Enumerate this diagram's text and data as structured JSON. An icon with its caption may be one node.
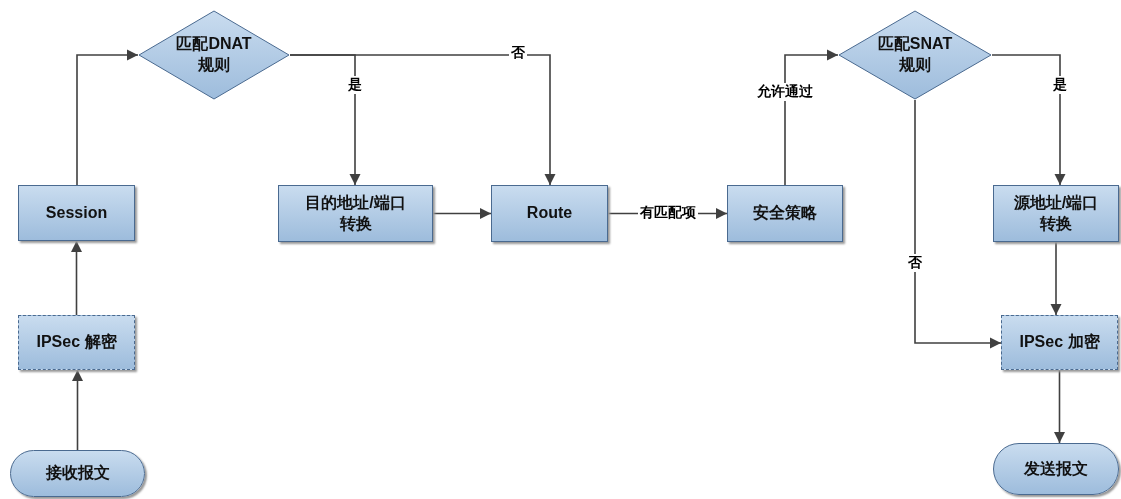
{
  "diagram": {
    "nodes": [
      {
        "text": [
          "接收报文"
        ]
      },
      {
        "text": [
          "IPSec 解密"
        ]
      },
      {
        "text": [
          "Session"
        ]
      },
      {
        "text": [
          "匹配DNAT规则"
        ]
      },
      {
        "text": [
          "目的地址/端口转换"
        ]
      },
      {
        "text": [
          "Route"
        ]
      },
      {
        "text": [
          "安全策略"
        ]
      },
      {
        "text": [
          "匹配SNAT规则"
        ]
      },
      {
        "text": [
          "源地址/端口转换"
        ]
      },
      {
        "text": [
          "IPSec 加密"
        ]
      },
      {
        "text": [
          "发送报文"
        ]
      }
    ],
    "edges": [
      {
        "from": 0,
        "to": 1,
        "arrow": "to"
      },
      {
        "from": 1,
        "to": 2,
        "arrow": "to"
      },
      {
        "from": 2,
        "to": 3,
        "arrow": "to"
      },
      {
        "from": 3,
        "to": 4,
        "arrow": "to",
        "label": "是"
      },
      {
        "from": 3,
        "to": 5,
        "arrow": "to",
        "label": "否"
      },
      {
        "from": 4,
        "to": 5,
        "arrow": "to"
      },
      {
        "from": 5,
        "to": 6,
        "arrow": "to",
        "label": "有匹配项"
      },
      {
        "from": 6,
        "to": 7,
        "arrow": "to",
        "label": "允许通过"
      },
      {
        "from": 7,
        "to": 8,
        "arrow": "to",
        "label": "是"
      },
      {
        "from": 7,
        "to": 9,
        "arrow": "to",
        "label": "否"
      },
      {
        "from": 8,
        "to": 9,
        "arrow": "to"
      },
      {
        "from": 9,
        "to": 10,
        "arrow": "to"
      }
    ]
  }
}
